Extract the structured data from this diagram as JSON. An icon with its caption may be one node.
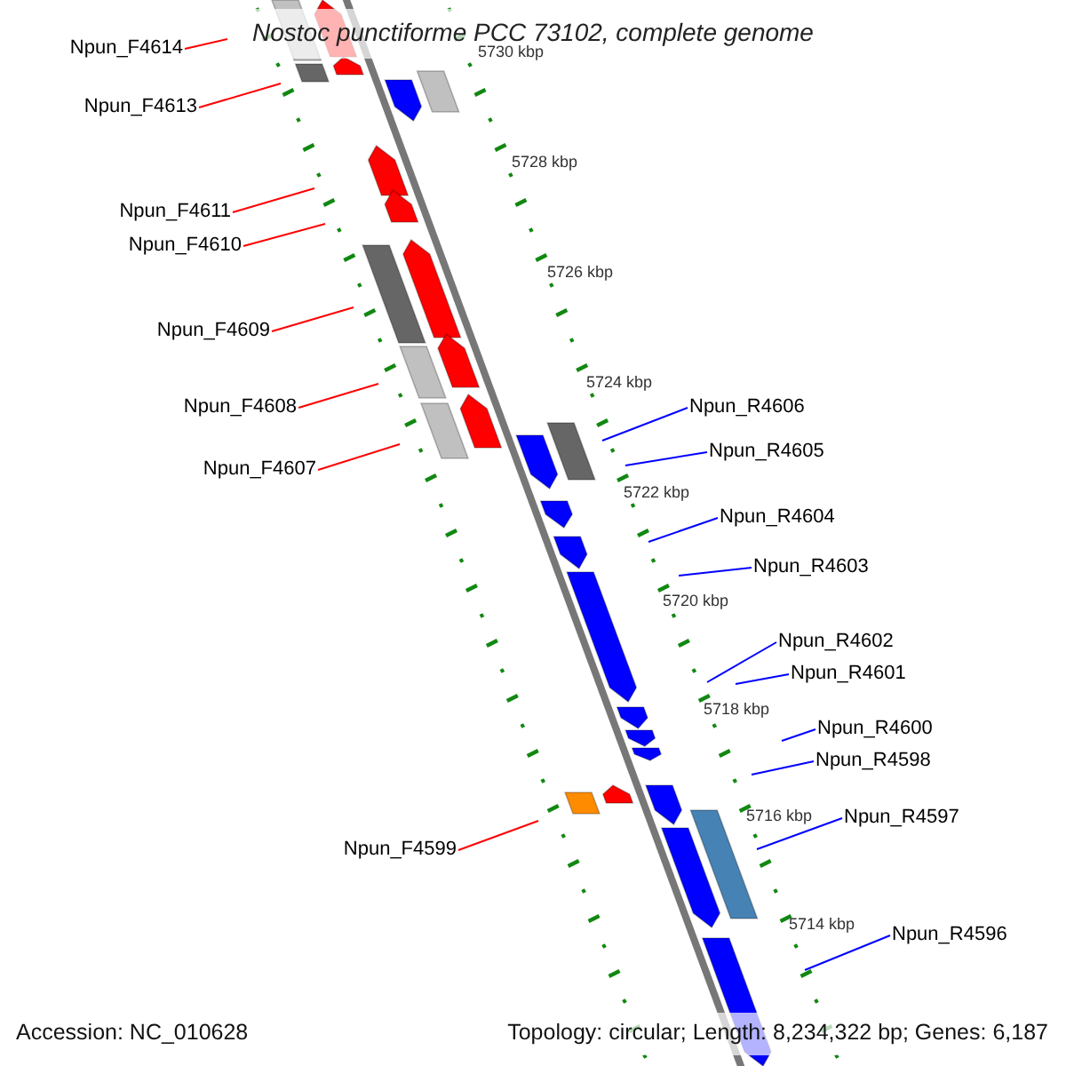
{
  "diagram": {
    "title": "Nostoc punctiforme PCC 73102, complete genome",
    "nodes": [
      {
        "text": [
          "Npun_F4614"
        ]
      },
      {
        "text": [
          "Npun_F4613"
        ]
      },
      {
        "text": [
          "Npun_F4611"
        ]
      },
      {
        "text": [
          "Npun_F4610"
        ]
      },
      {
        "text": [
          "Npun_F4609"
        ]
      },
      {
        "text": [
          "Npun_R4606"
        ]
      },
      {
        "text": [
          "Npun_F4608"
        ]
      },
      {
        "text": [
          "Npun_R4605"
        ]
      },
      {
        "text": [
          "Npun_F4607"
        ]
      },
      {
        "text": [
          "Npun_R4604"
        ]
      },
      {
        "text": [
          "Npun_R4603"
        ]
      },
      {
        "text": [
          "Npun_R4602"
        ]
      },
      {
        "text": [
          "Npun_R4601"
        ]
      },
      {
        "text": [
          "Npun_R4600"
        ]
      },
      {
        "text": [
          "Npun_R4598"
        ]
      },
      {
        "text": [
          "Npun_R4597"
        ]
      },
      {
        "text": [
          "Npun_F4599"
        ]
      },
      {
        "text": [
          "Npun_R4596"
        ]
      }
    ],
    "edges": [
      {
        "from": 0,
        "to": null,
        "arrow": "none",
        "color": "#ff0000"
      },
      {
        "from": 1,
        "to": null,
        "arrow": "none",
        "color": "#ff0000"
      },
      {
        "from": 2,
        "to": null,
        "arrow": "none",
        "color": "#ff0000"
      },
      {
        "from": 3,
        "to": null,
        "arrow": "none",
        "color": "#ff0000"
      },
      {
        "from": 4,
        "to": null,
        "arrow": "none",
        "color": "#ff0000"
      },
      {
        "from": 5,
        "to": null,
        "arrow": "none"
      },
      {
        "from": 6,
        "to": null,
        "arrow": "none",
        "color": "#ff0000"
      },
      {
        "from": 7,
        "to": null,
        "arrow": "none"
      },
      {
        "from": 8,
        "to": null,
        "arrow": "none",
        "color": "#ff0000"
      },
      {
        "from": 9,
        "to": null,
        "arrow": "none"
      },
      {
        "from": 10,
        "to": null,
        "arrow": "none"
      },
      {
        "from": 11,
        "to": null,
        "arrow": "none"
      },
      {
        "from": 12,
        "to": null,
        "arrow": "none"
      },
      {
        "from": 13,
        "to": null,
        "arrow": "none"
      },
      {
        "from": 14,
        "to": null,
        "arrow": "none"
      },
      {
        "from": 15,
        "to": null,
        "arrow": "none"
      },
      {
        "from": 16,
        "to": null,
        "arrow": "none",
        "color": "#ff0000"
      },
      {
        "from": 17,
        "to": null,
        "arrow": "none"
      }
    ],
    "labels": [
      "5730 kbp",
      "5728 kbp",
      "5726 kbp",
      "5724 kbp",
      "5722 kbp",
      "5720 kbp",
      "5718 kbp",
      "5716 kbp",
      "5714 kbp",
      "Accession: NC_010628",
      "Topology: circular; Length: 8,234,322 bp; Genes: 6,187"
    ]
  }
}
